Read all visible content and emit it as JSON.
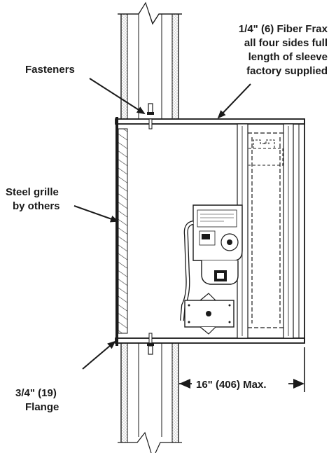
{
  "labels": {
    "fasteners": "Fasteners",
    "fiber_line1_frac": "1/4\"",
    "fiber_line1_rest": "(6) Fiber Frax",
    "fiber_line2": "all four sides full",
    "fiber_line3": "length of sleeve",
    "fiber_line4": "factory supplied",
    "grille_line1": "Steel grille",
    "grille_line2": "by others",
    "flange_line1_frac": "3/4\"",
    "flange_line1_rest": "(19)",
    "flange_line2": "Flange",
    "dimension": "16\" (406) Max."
  },
  "colors": {
    "ink": "#1a1a1a",
    "wall_dots": "#555555",
    "hatch": "#333333"
  }
}
